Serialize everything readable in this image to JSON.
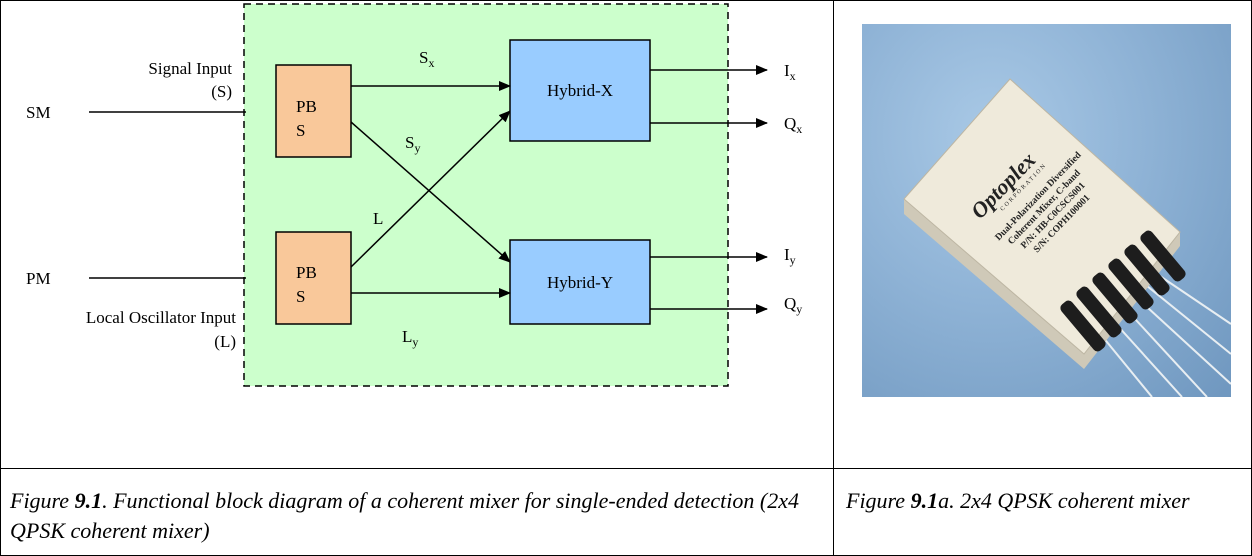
{
  "diagram": {
    "labels": {
      "sm": "SM",
      "pm": "PM",
      "signal_input": "Signal Input",
      "signal_input_sym": "(S)",
      "lo_input": "Local Oscillator Input",
      "lo_input_sym": "(L)",
      "pbs_top_line1": "PB",
      "pbs_top_line2": "S",
      "pbs_bottom_line1": "PB",
      "pbs_bottom_line2": "S",
      "hybrid_x": "Hybrid-X",
      "hybrid_y": "Hybrid-Y",
      "sx_main": "S",
      "sx_sub": "x",
      "sy_main": "S",
      "sy_sub": "y",
      "l_label": "L",
      "ly_main": "L",
      "ly_sub": "y",
      "ix_main": "I",
      "ix_sub": "x",
      "qx_main": "Q",
      "qx_sub": "x",
      "iy_main": "I",
      "iy_sub": "y",
      "qy_main": "Q",
      "qy_sub": "y"
    },
    "colors": {
      "box_fill": "#ccffcc",
      "pbs_fill": "#f9c89a",
      "hybrid_fill": "#99ccff"
    }
  },
  "photo": {
    "brand": "Optoplex",
    "brand_sub": "CORPORATION",
    "line1": "Dual-Polarization Diversified",
    "line2": "Coherent Mixer, C-band",
    "line3": "P/N: HB-C0CSCS001",
    "line4": "S/N: COPH100001"
  },
  "captions": {
    "left_prefix": "Figure ",
    "left_num": "9.1",
    "left_text": ". Functional block diagram of a coherent mixer for single-ended detection (2x4 QPSK coherent mixer)",
    "right_prefix": "Figure ",
    "right_num": "9.1",
    "right_text": "a. 2x4 QPSK coherent mixer"
  }
}
